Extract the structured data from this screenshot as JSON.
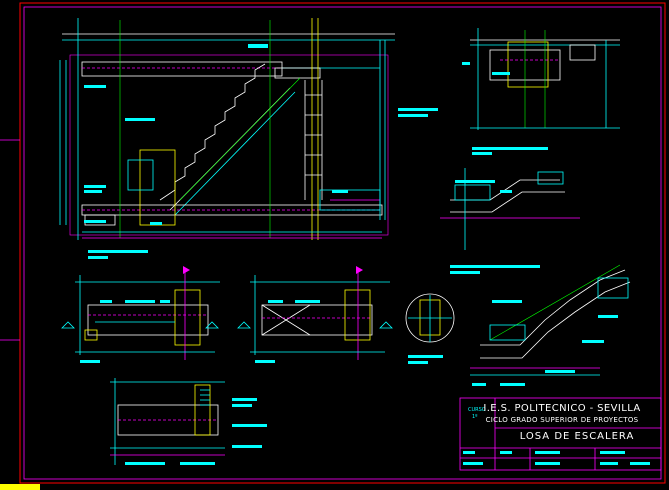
{
  "titleblock": {
    "school": "I.E.S. POLITECNICO - SEVILLA",
    "course": "CICLO GRADO SUPERIOR DE PROYECTOS",
    "drawing_title": "LOSA DE ESCALERA",
    "curso_label": "CURSO",
    "curso_value": "1º"
  },
  "colors": {
    "background": "#000000",
    "border": "#ff0000",
    "frame": "#ff00ff",
    "main": "#00ffff",
    "accent": "#ffff00",
    "white": "#ffffff",
    "green": "#00ff00"
  }
}
